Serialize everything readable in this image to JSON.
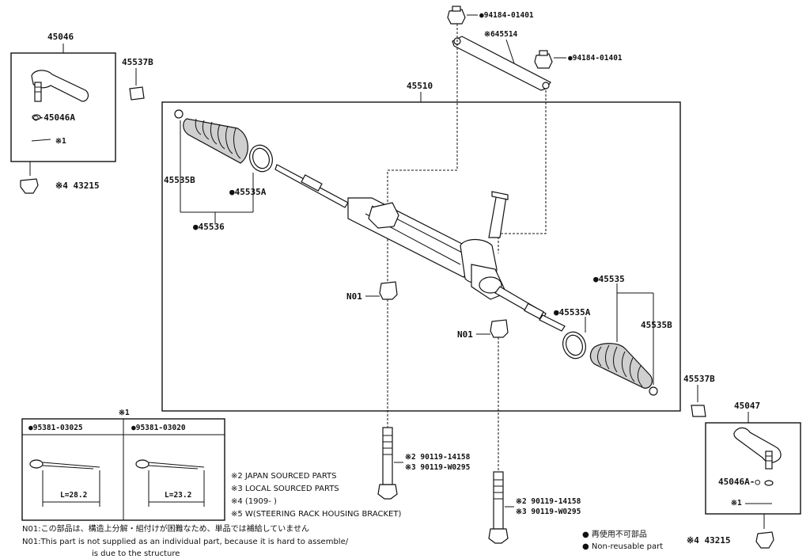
{
  "labels": {
    "tie_rod_end_lh": "45046",
    "grommet_lh": "45537B",
    "nut_a": "●94184-01401",
    "link_ref": "※645514",
    "nut_b": "●94184-01401",
    "rack_assy": "45510",
    "dust_cover_boot_lh_sub": "45535B",
    "clip_lh": "●45535A",
    "boot_lh": "●45536",
    "cotter_pin_lh": "○-45046A",
    "note1_lh": "※1",
    "nut_lh": "※4 43215",
    "n01_left": "N01",
    "n01_right": "N01",
    "boot_rh": "●45535",
    "clip_rh": "●45535A",
    "dust_cover_boot_rh_sub": "45535B",
    "grommet_rh": "45537B",
    "tie_rod_end_rh": "45047",
    "cotter_pin_rh": "45046A-○",
    "note1_rh": "※1",
    "nut_rh": "※4 43215",
    "bolt_left_a": "※2 90119-14158",
    "bolt_left_b": "※3 90119-W0295",
    "bolt_right_a": "※2 90119-14158",
    "bolt_right_b": "※3 90119-W0295"
  },
  "detail": {
    "title": "※1",
    "col1": "●95381-03025",
    "col2": "●95381-03020",
    "len1": "L=28.2",
    "len2": "L=23.2"
  },
  "notes": {
    "n2": "※2 JAPAN SOURCED PARTS",
    "n3": "※3 LOCAL SOURCED PARTS",
    "n4": "※4 (1909-     )",
    "n5": "※5 W(STEERING RACK HOUSING BRACKET)",
    "n01_jp": "N01:この部品は、構造上分解・組付けが困難なため、単品では補給していません",
    "n01_en1": "N01:This part is not supplied as an individual part, because it is hard to assemble/",
    "n01_en2": "is due to the structure"
  },
  "legend": {
    "item1": "● 再使用不可部品",
    "item2": "● Non-reusable part"
  }
}
